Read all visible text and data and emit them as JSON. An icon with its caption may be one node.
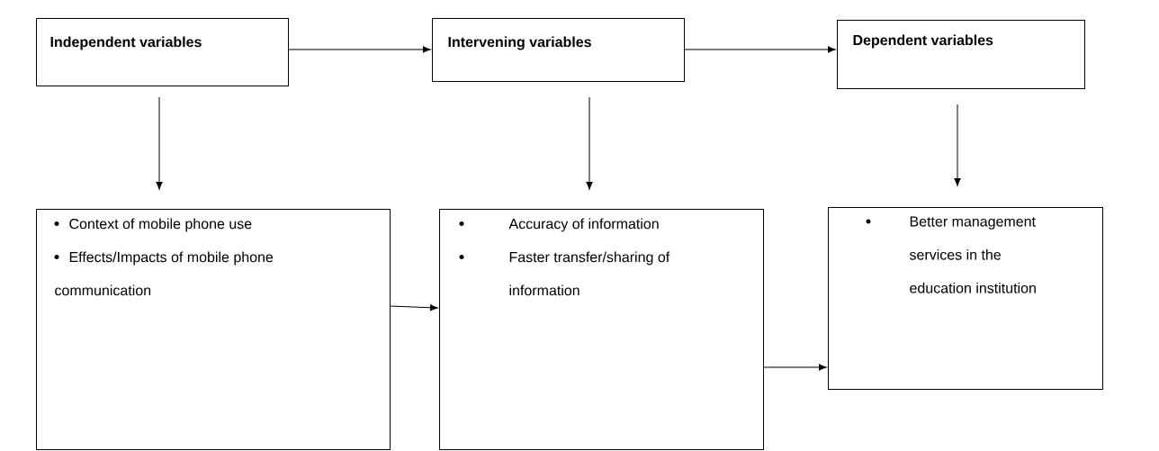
{
  "diagram": {
    "nodes": [
      {
        "text": [
          "Independent variables"
        ]
      },
      {
        "text": [
          "Intervening variables"
        ]
      },
      {
        "text": [
          "Dependent variables"
        ]
      },
      {
        "text": [
          "Context of mobile phone use",
          "Effects/Impacts of mobile phone communication"
        ]
      },
      {
        "text": [
          "Accuracy of  information",
          "Faster transfer/sharing of information"
        ]
      },
      {
        "text": [
          "Better management services in the education institution"
        ]
      }
    ],
    "edges": [
      {
        "from": 0,
        "to": 1,
        "arrow": "to"
      },
      {
        "from": 1,
        "to": 2,
        "arrow": "to"
      },
      {
        "from": 0,
        "to": 3,
        "arrow": "to"
      },
      {
        "from": 1,
        "to": 4,
        "arrow": "to"
      },
      {
        "from": 2,
        "to": 5,
        "arrow": "to"
      },
      {
        "from": 3,
        "to": 4,
        "arrow": "to"
      },
      {
        "from": 4,
        "to": 5,
        "arrow": "to"
      }
    ]
  }
}
